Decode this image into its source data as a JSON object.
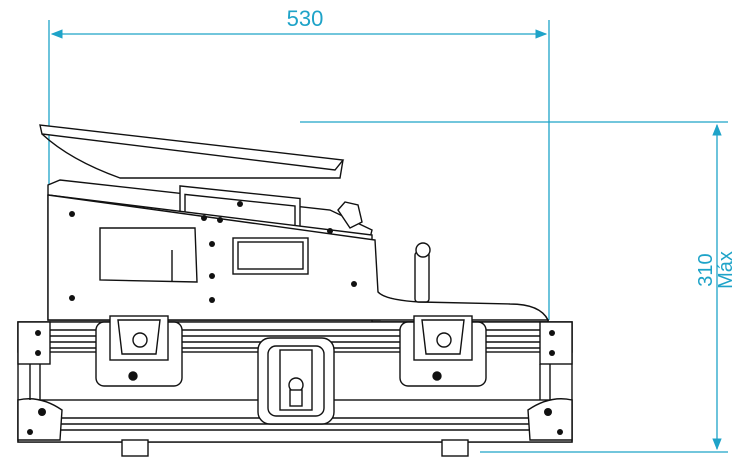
{
  "drawing": {
    "width_dimension": {
      "value": "530"
    },
    "height_dimension": {
      "value": "310",
      "qualifier": "Máx"
    },
    "colors": {
      "dimension": "#1ea3c8",
      "outline": "#111111",
      "background": "#ffffff"
    }
  }
}
